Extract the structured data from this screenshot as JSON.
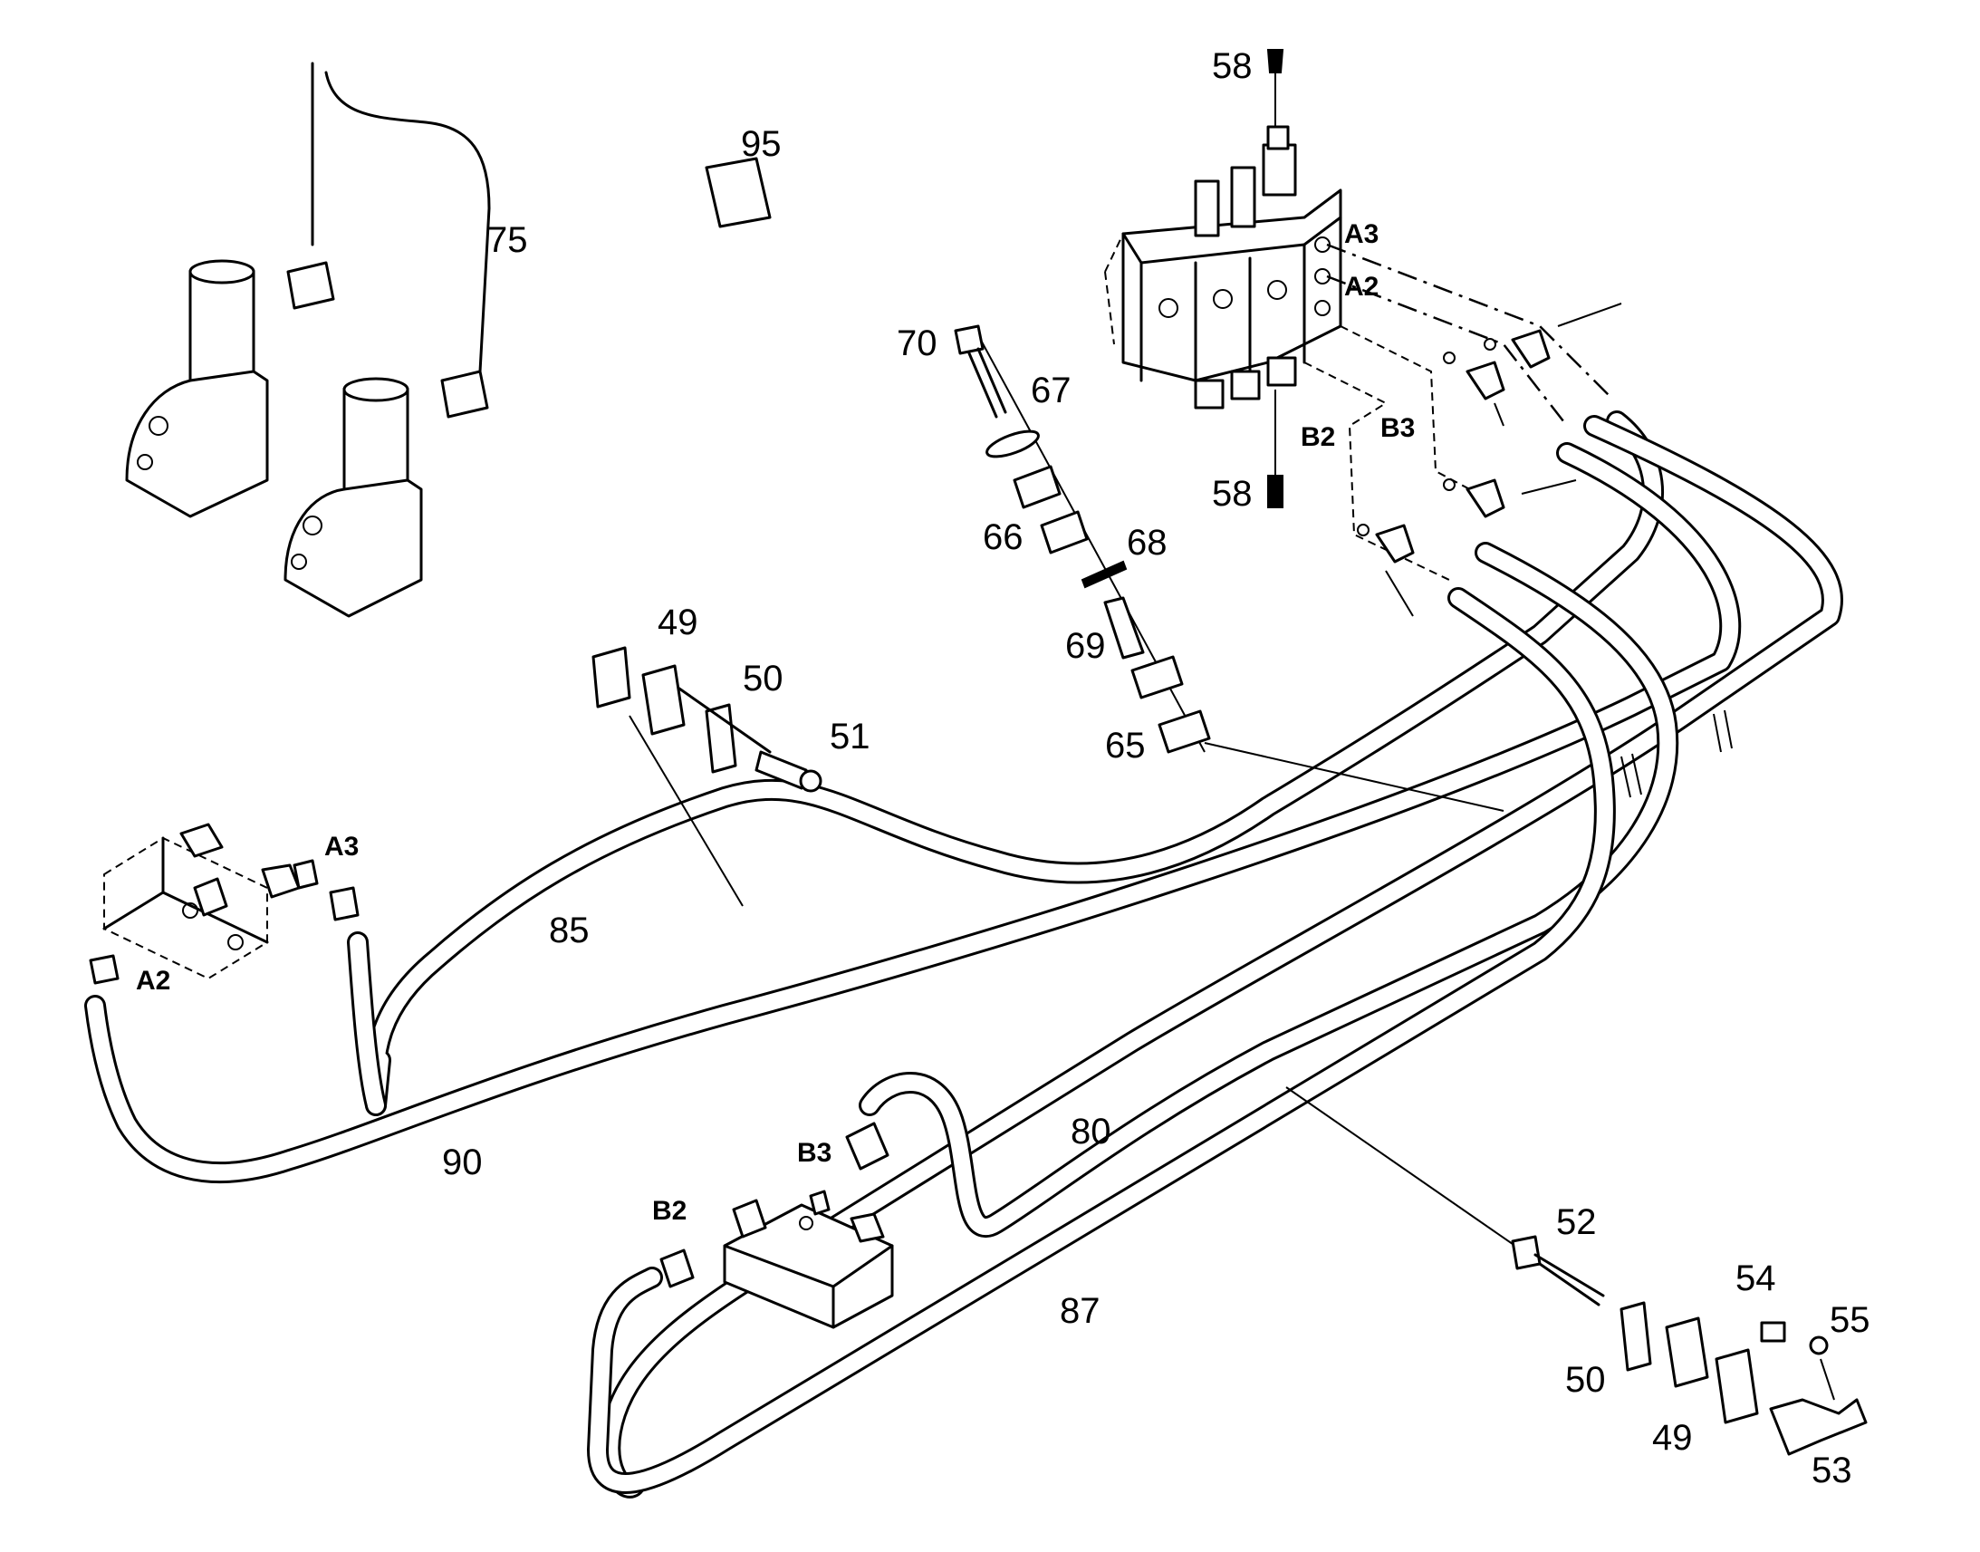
{
  "callouts": {
    "c95": "95",
    "c75": "75",
    "c58a": "58",
    "c58b": "58",
    "c70": "70",
    "c67": "67",
    "c66": "66",
    "c68": "68",
    "c69": "69",
    "c65": "65",
    "c49a": "49",
    "c50a": "50",
    "c51": "51",
    "c85": "85",
    "c90": "90",
    "c80": "80",
    "c87": "87",
    "c52": "52",
    "c54": "54",
    "c55": "55",
    "c50b": "50",
    "c49b": "49",
    "c53": "53"
  },
  "ports": {
    "valve_a3": "A3",
    "valve_a2": "A2",
    "valve_b2": "B2",
    "valve_b3": "B3",
    "left_a3": "A3",
    "left_a2": "A2",
    "bottom_b3": "B3",
    "bottom_b2": "B2"
  }
}
